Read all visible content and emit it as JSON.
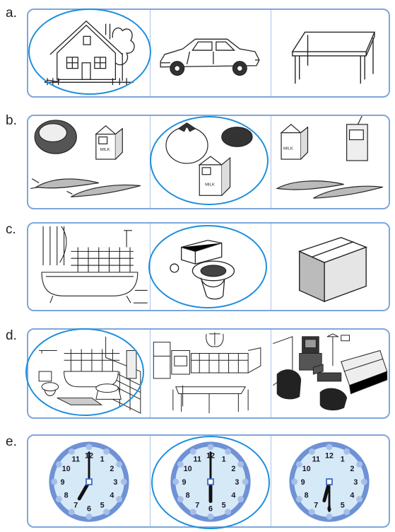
{
  "rows": [
    {
      "letter": "a.",
      "pictures": [
        "house-picture",
        "car-picture",
        "table-picture"
      ],
      "circled": 0
    },
    {
      "letter": "b.",
      "pictures": [
        "potato-milk-carrots-picture",
        "tomato-egg-milk-picture",
        "milk-juice-carrots-picture"
      ],
      "circled": 1
    },
    {
      "letter": "c.",
      "pictures": [
        "bathtub-picture",
        "toilet-picture",
        "box-picture"
      ],
      "circled": 1
    },
    {
      "letter": "d.",
      "pictures": [
        "bathroom-picture",
        "kitchen-picture",
        "living-room-picture"
      ],
      "circled": 0
    },
    {
      "letter": "e.",
      "pictures": [
        "clock-7-oclock-picture",
        "clock-6-oclock-picture",
        "clock-6-30-picture"
      ],
      "circled": 1
    }
  ],
  "carton_label": "MILK",
  "clock_numbers": [
    "12",
    "1",
    "2",
    "3",
    "4",
    "5",
    "6",
    "7",
    "8",
    "9",
    "10",
    "11"
  ],
  "clocks": [
    {
      "hour": 7,
      "minute": 0
    },
    {
      "hour": 6,
      "minute": 0
    },
    {
      "hour": 6,
      "minute": 30
    }
  ],
  "colors": {
    "panel_border": "#7fa6dd",
    "circle": "#1e8fdc",
    "clock_face": "#d6e9f7",
    "clock_rim": "#6f92d6"
  }
}
